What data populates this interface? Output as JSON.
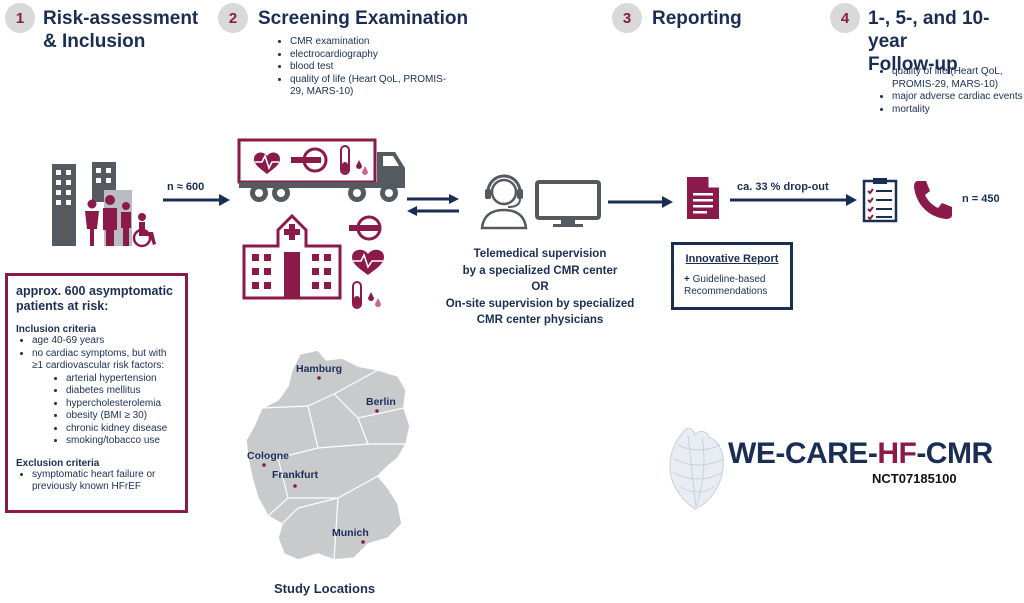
{
  "steps": [
    {
      "num": "1",
      "title_l1": "Risk-assessment",
      "title_l2": "& Inclusion"
    },
    {
      "num": "2",
      "title": "Screening Examination",
      "items": [
        "CMR examination",
        "electrocardiography",
        "blood test",
        "quality of life (Heart QoL, PROMIS-29, MARS-10)"
      ]
    },
    {
      "num": "3",
      "title": "Reporting"
    },
    {
      "num": "4",
      "title_l1": "1-, 5-, and 10-year",
      "title_l2": "Follow-up",
      "items": [
        "quality of life (Heart QoL, PROMIS-29, MARS-10)",
        "major adverse cardiac events",
        "mortality"
      ]
    }
  ],
  "flow": {
    "n_start": "n ≈ 600",
    "dropout": "ca. 33 % drop-out",
    "n_end": "n = 450"
  },
  "supervision": {
    "line1": "Telemedical supervision",
    "line2": "by a specialized CMR center",
    "line3": "OR",
    "line4": "On-site supervision by specialized",
    "line5": "CMR center physicians"
  },
  "report_box": {
    "title": "Innovative Report",
    "plus": "+",
    "line1": "Guideline-based",
    "line2": "Recommendations"
  },
  "patients_box": {
    "heading_l1": "approx. 600 asymptomatic",
    "heading_l2": "patients at risk:",
    "inclusion_title": "Inclusion criteria",
    "inclusion": [
      "age 40-69 years",
      "no cardiac symptoms, but with ≥1 cardiovascular risk factors:"
    ],
    "risk_factors": [
      "arterial hypertension",
      "diabetes mellitus",
      "hypercholesterolemia",
      "obesity (BMI  ≥ 30)",
      "chronic kidney disease",
      "smoking/tobacco use"
    ],
    "exclusion_title": "Exclusion criteria",
    "exclusion": [
      "symptomatic heart failure or previously known HFrEF"
    ]
  },
  "map": {
    "caption": "Study Locations",
    "cities": [
      "Hamburg",
      "Berlin",
      "Cologne",
      "Frankfurt",
      "Munich"
    ]
  },
  "logo": {
    "part1": "WE-CARE-",
    "part2": "HF",
    "part3": "-CMR",
    "trial_id": "NCT07185100"
  },
  "colors": {
    "navy": "#1a2e55",
    "magenta": "#8b1a4a",
    "grey": "#d9d9d9",
    "dark_grey": "#555a60"
  },
  "icons": [
    "buildings-icon",
    "family-icon",
    "truck-icon",
    "hospital-icon",
    "headset-operator-icon",
    "monitor-icon",
    "document-icon",
    "checklist-icon",
    "phone-icon",
    "heart-logo-icon",
    "germany-map"
  ]
}
